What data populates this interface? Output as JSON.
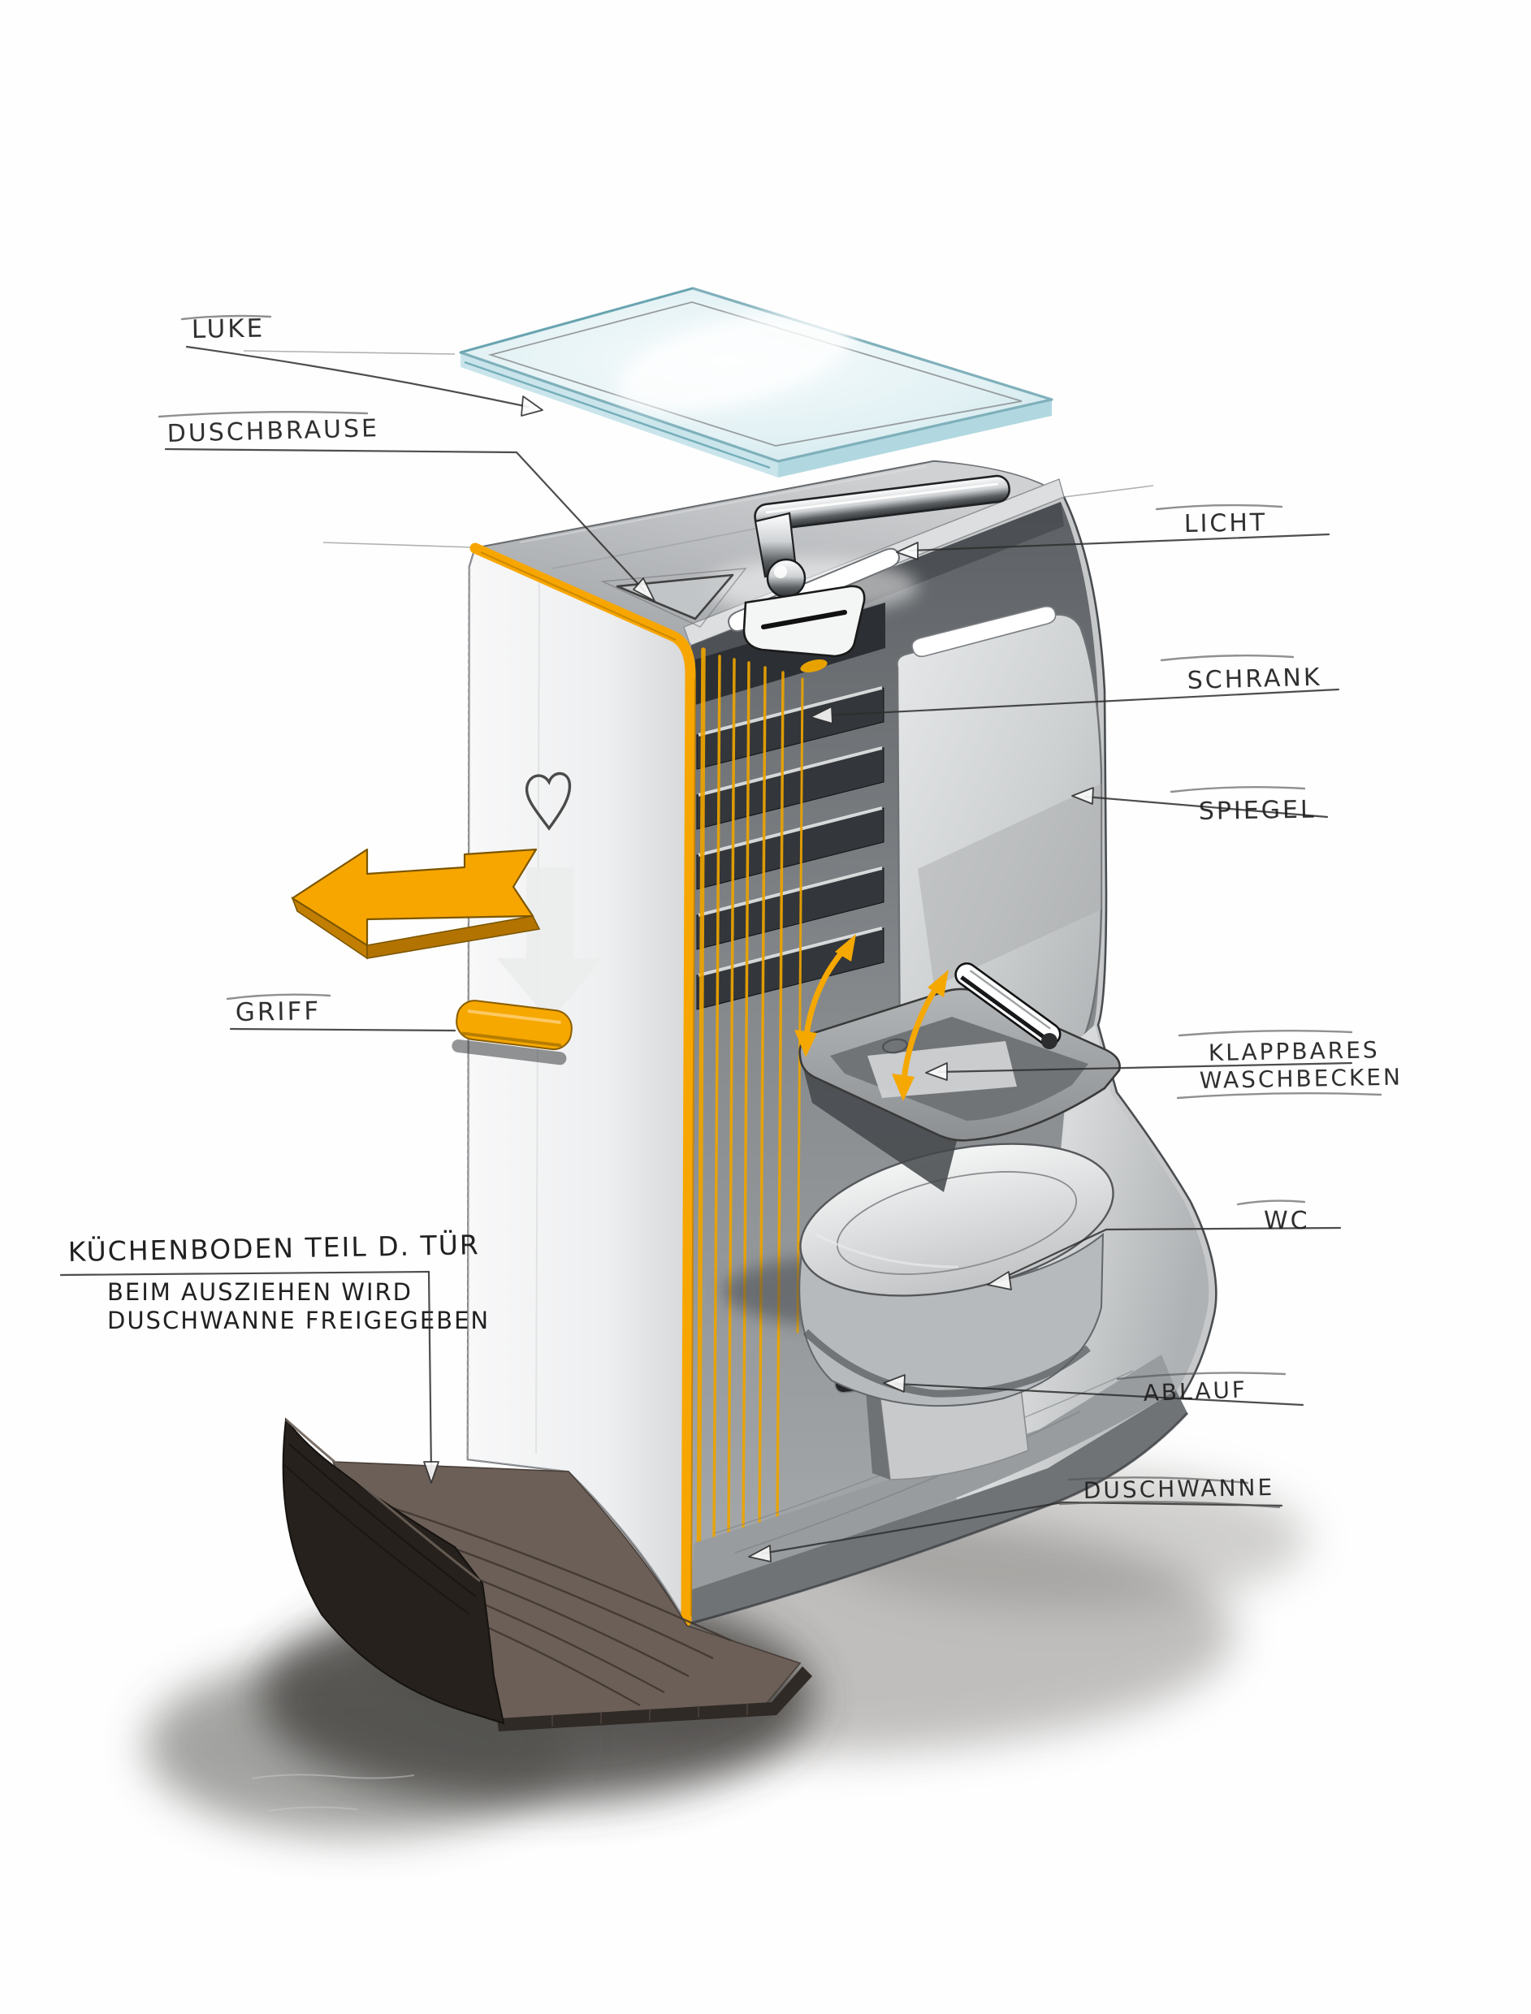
{
  "labels": {
    "luke": {
      "text": "LUKE"
    },
    "duschbrause": {
      "text": "DUSCHBRAUSE"
    },
    "licht": {
      "text": "LICHT"
    },
    "schrank": {
      "text": "SCHRANK"
    },
    "spiegel": {
      "text": "SPIEGEL"
    },
    "griff": {
      "text": "GRIFF"
    },
    "klappbares_waschbecken": {
      "line1": "KLAPPBARES",
      "line2": "WASCHBECKEN"
    },
    "wc": {
      "text": "WC"
    },
    "ablauf": {
      "text": "ABLAUF"
    },
    "duschwanne": {
      "text": "DUSCHWANNE"
    }
  },
  "annotation_block": {
    "title": "KÜCHENBODEN TEIL D. TÜR",
    "line1": "BEIM AUSZIEHEN WIRD",
    "line2": "DUSCHWANNE FREIGEGEBEN"
  },
  "colors": {
    "accent_orange": "#F7A600",
    "accent_orange_dark": "#BA7B00",
    "glass_blue": "#BFE3EA",
    "glass_blue_stroke": "#7FB0BB",
    "ink": "#1F1F1F",
    "wood_dark": "#26211D",
    "wood_plank": "#6C5F57",
    "body_gray": "#C3C5C7",
    "interior_dark": "#63676B"
  },
  "icons": {
    "pull_out_arrow": "left-block-arrow",
    "fold_arrows": "curved-double-arrow",
    "leader_arrowhead": "open-triangle",
    "heart_doodle": "heart-outline"
  }
}
